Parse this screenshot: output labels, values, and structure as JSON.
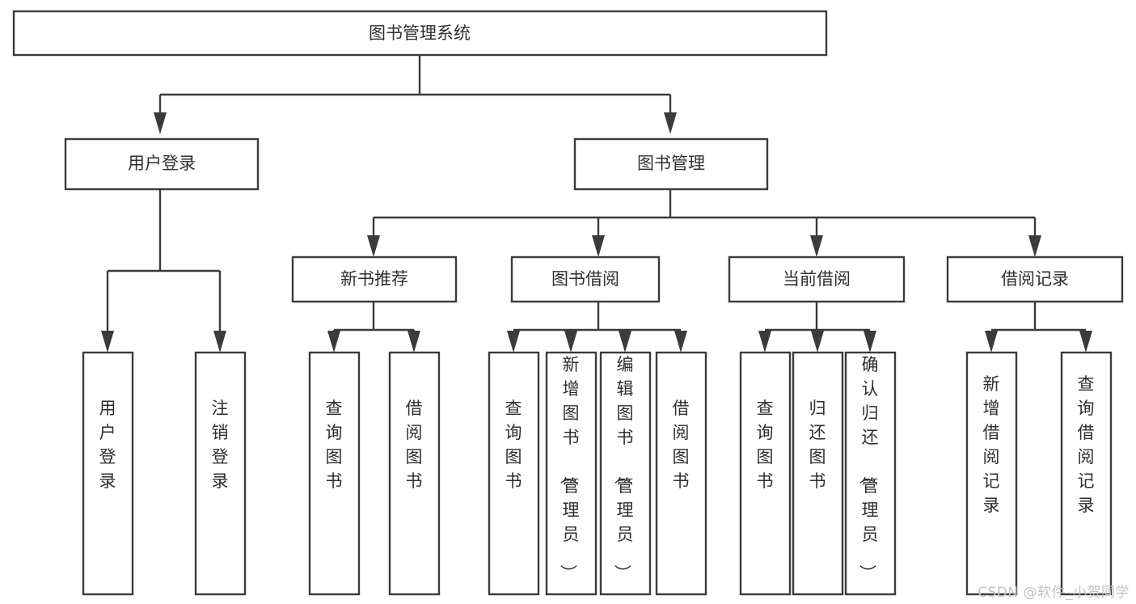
{
  "diagram": {
    "type": "hierarchy-tree",
    "title": "图书管理系统",
    "watermark": "CSDN @软件_小贺同学",
    "colors": {
      "box_stroke": "#3b3b3b",
      "box_fill": "#ffffff",
      "text": "#2f2f2f",
      "background": "#ffffff",
      "watermark": "#c2c2c2"
    },
    "levels": {
      "root": {
        "label": "图书管理系统",
        "orientation": "horizontal"
      },
      "level2": [
        {
          "label": "用户登录",
          "orientation": "horizontal"
        },
        {
          "label": "图书管理",
          "orientation": "horizontal"
        }
      ],
      "level3": [
        {
          "label": "新书推荐",
          "orientation": "horizontal",
          "parent": "图书管理"
        },
        {
          "label": "图书借阅",
          "orientation": "horizontal",
          "parent": "图书管理"
        },
        {
          "label": "当前借阅",
          "orientation": "horizontal",
          "parent": "图书管理"
        },
        {
          "label": "借阅记录",
          "orientation": "horizontal",
          "parent": "图书管理"
        }
      ],
      "leaves": [
        {
          "label": "用户登录",
          "orientation": "vertical",
          "parent": "用户登录"
        },
        {
          "label": "注销登录",
          "orientation": "vertical",
          "parent": "用户登录"
        },
        {
          "label": "查询图书",
          "orientation": "vertical",
          "parent": "新书推荐"
        },
        {
          "label": "借阅图书",
          "orientation": "vertical",
          "parent": "新书推荐"
        },
        {
          "label": "查询图书",
          "orientation": "vertical",
          "parent": "图书借阅"
        },
        {
          "label": "新增图书（管理员）",
          "orientation": "vertical",
          "parent": "图书借阅"
        },
        {
          "label": "编辑图书（管理员）",
          "orientation": "vertical",
          "parent": "图书借阅"
        },
        {
          "label": "借阅图书",
          "orientation": "vertical",
          "parent": "图书借阅"
        },
        {
          "label": "查询图书",
          "orientation": "vertical",
          "parent": "当前借阅"
        },
        {
          "label": "归还图书",
          "orientation": "vertical",
          "parent": "当前借阅"
        },
        {
          "label": "确认归还（管理员）",
          "orientation": "vertical",
          "parent": "当前借阅"
        },
        {
          "label": "新增借阅记录",
          "orientation": "vertical",
          "parent": "借阅记录"
        },
        {
          "label": "查询借阅记录",
          "orientation": "vertical",
          "parent": "借阅记录"
        }
      ]
    },
    "nodes": {
      "root": {
        "label": "图书管理系统"
      },
      "user_login": {
        "label": "用户登录"
      },
      "book_manage": {
        "label": "图书管理"
      },
      "new_book_rec": {
        "label": "新书推荐"
      },
      "book_borrow": {
        "label": "图书借阅"
      },
      "current_borrow": {
        "label": "当前借阅"
      },
      "borrow_record": {
        "label": "借阅记录"
      },
      "leaf_user_login": {
        "label": "用户登录"
      },
      "leaf_logout": {
        "label": "注销登录"
      },
      "leaf_query_book_1": {
        "label": "查询图书"
      },
      "leaf_borrow_book_1": {
        "label": "借阅图书"
      },
      "leaf_query_book_2": {
        "label": "查询图书"
      },
      "leaf_add_book": {
        "label": "新增图书（管理员）"
      },
      "leaf_edit_book": {
        "label": "编辑图书（管理员）"
      },
      "leaf_borrow_book_2": {
        "label": "借阅图书"
      },
      "leaf_query_book_3": {
        "label": "查询图书"
      },
      "leaf_return_book": {
        "label": "归还图书"
      },
      "leaf_confirm_return": {
        "label": "确认归还（管理员）"
      },
      "leaf_add_record": {
        "label": "新增借阅记录"
      },
      "leaf_query_record": {
        "label": "查询借阅记录"
      }
    }
  }
}
